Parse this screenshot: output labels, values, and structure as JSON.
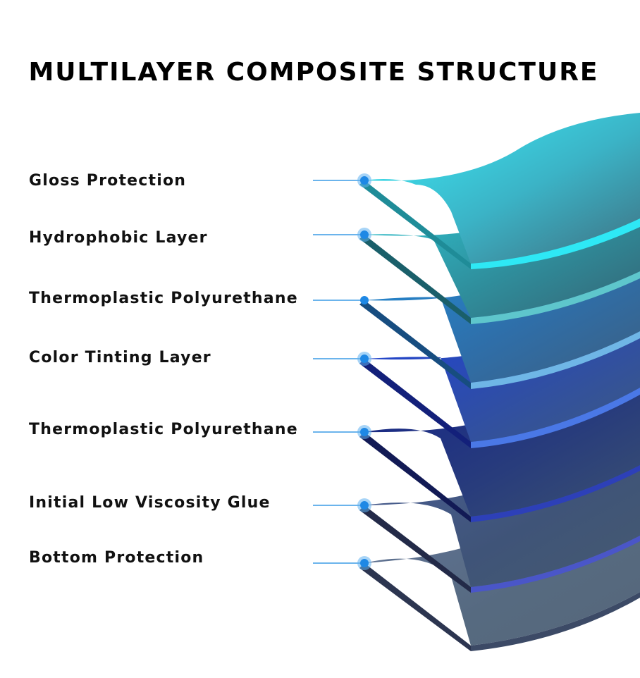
{
  "title": "MULTILAYER COMPOSITE STRUCTURE",
  "layers": [
    {
      "label": "Gloss Protection",
      "color": "#33e6f2"
    },
    {
      "label": "Hydrophobic Layer",
      "color": "#27b9c6"
    },
    {
      "label": "Thermoplastic Polyurethane",
      "color": "#1f86cf"
    },
    {
      "label": "Color Tinting Layer",
      "color": "#2445d6"
    },
    {
      "label": "Thermoplastic Polyurethane",
      "color": "#1c2a8c"
    },
    {
      "label": "Initial Low Viscosity Glue",
      "color": "#4b5b8e"
    },
    {
      "label": "Bottom Protection",
      "color": "#5a6c86"
    }
  ],
  "colors": {
    "leader_line": "#3a9be6",
    "marker": "#1e88e5",
    "marker_halo": "#5fb0f0"
  }
}
